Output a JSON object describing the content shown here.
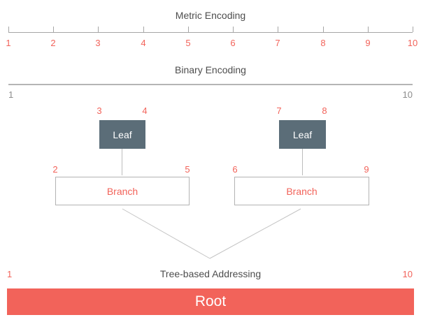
{
  "colors": {
    "accent_red": "#f2635a",
    "leaf_slate": "#5b6d78",
    "title_gray": "#4d4d4d",
    "muted_gray": "#8c8c8c",
    "line_gray": "#a6a6a6"
  },
  "metric": {
    "title": "Metric Encoding",
    "labels": [
      "1",
      "2",
      "3",
      "4",
      "5",
      "6",
      "7",
      "8",
      "9",
      "10"
    ]
  },
  "binary": {
    "title": "Binary Encoding",
    "start_label": "1",
    "end_label": "10"
  },
  "tree": {
    "leaves": [
      {
        "label": "Leaf",
        "left_num": "3",
        "right_num": "4"
      },
      {
        "label": "Leaf",
        "left_num": "7",
        "right_num": "8"
      }
    ],
    "branches": [
      {
        "label": "Branch",
        "left_num": "2",
        "right_num": "5"
      },
      {
        "label": "Branch",
        "left_num": "6",
        "right_num": "9"
      }
    ],
    "addressing_title": "Tree-based Addressing",
    "root": {
      "label": "Root",
      "left_num": "1",
      "right_num": "10"
    }
  }
}
